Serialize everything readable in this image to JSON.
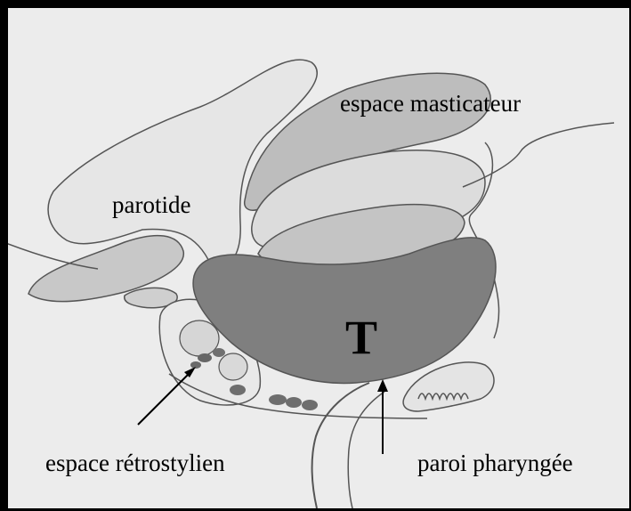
{
  "diagram": {
    "labels": {
      "espace_masticateur": "espace masticateur",
      "parotide": "parotide",
      "tumor": "T",
      "espace_retrostylien": "espace rétrostylien",
      "paroi_pharyngee": "paroi pharyngée"
    },
    "colors": {
      "outer_background": "#000000",
      "panel_background": "#ececec",
      "outline": "#555555",
      "tumor_fill": "#7f7f7f",
      "masticator_fill": "#c2c2c2",
      "parotid_fill": "#e6e6e6"
    }
  }
}
